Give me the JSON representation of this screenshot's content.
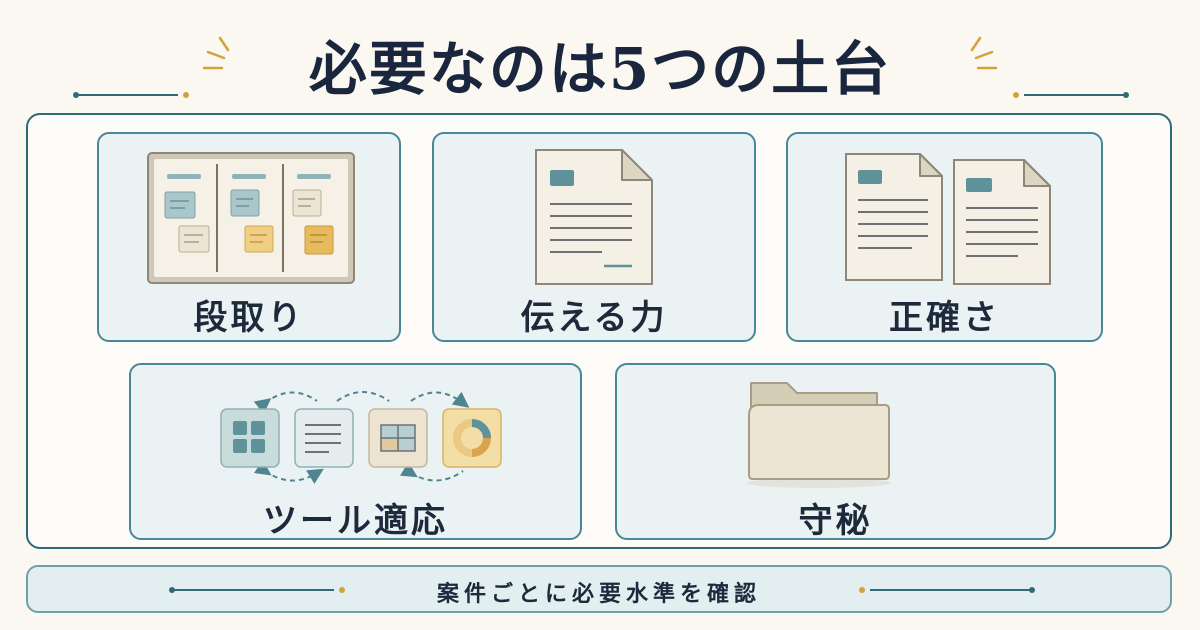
{
  "title": "必要なのは5つの土台",
  "foundations": [
    {
      "label": "段取り",
      "icon": "kanban-board-icon"
    },
    {
      "label": "伝える力",
      "icon": "document-icon"
    },
    {
      "label": "正確さ",
      "icon": "two-documents-icon"
    },
    {
      "label": "ツール適応",
      "icon": "tool-switching-icon"
    },
    {
      "label": "守秘",
      "icon": "folder-icon"
    }
  ],
  "footer": {
    "text": "案件ごとに必要水準を確認"
  },
  "colors": {
    "navy": "#19263d",
    "teal": "#2e6a78",
    "gold": "#d4a23a",
    "card_bg": "#ebf2f4",
    "page_bg": "#fbf8f1"
  }
}
